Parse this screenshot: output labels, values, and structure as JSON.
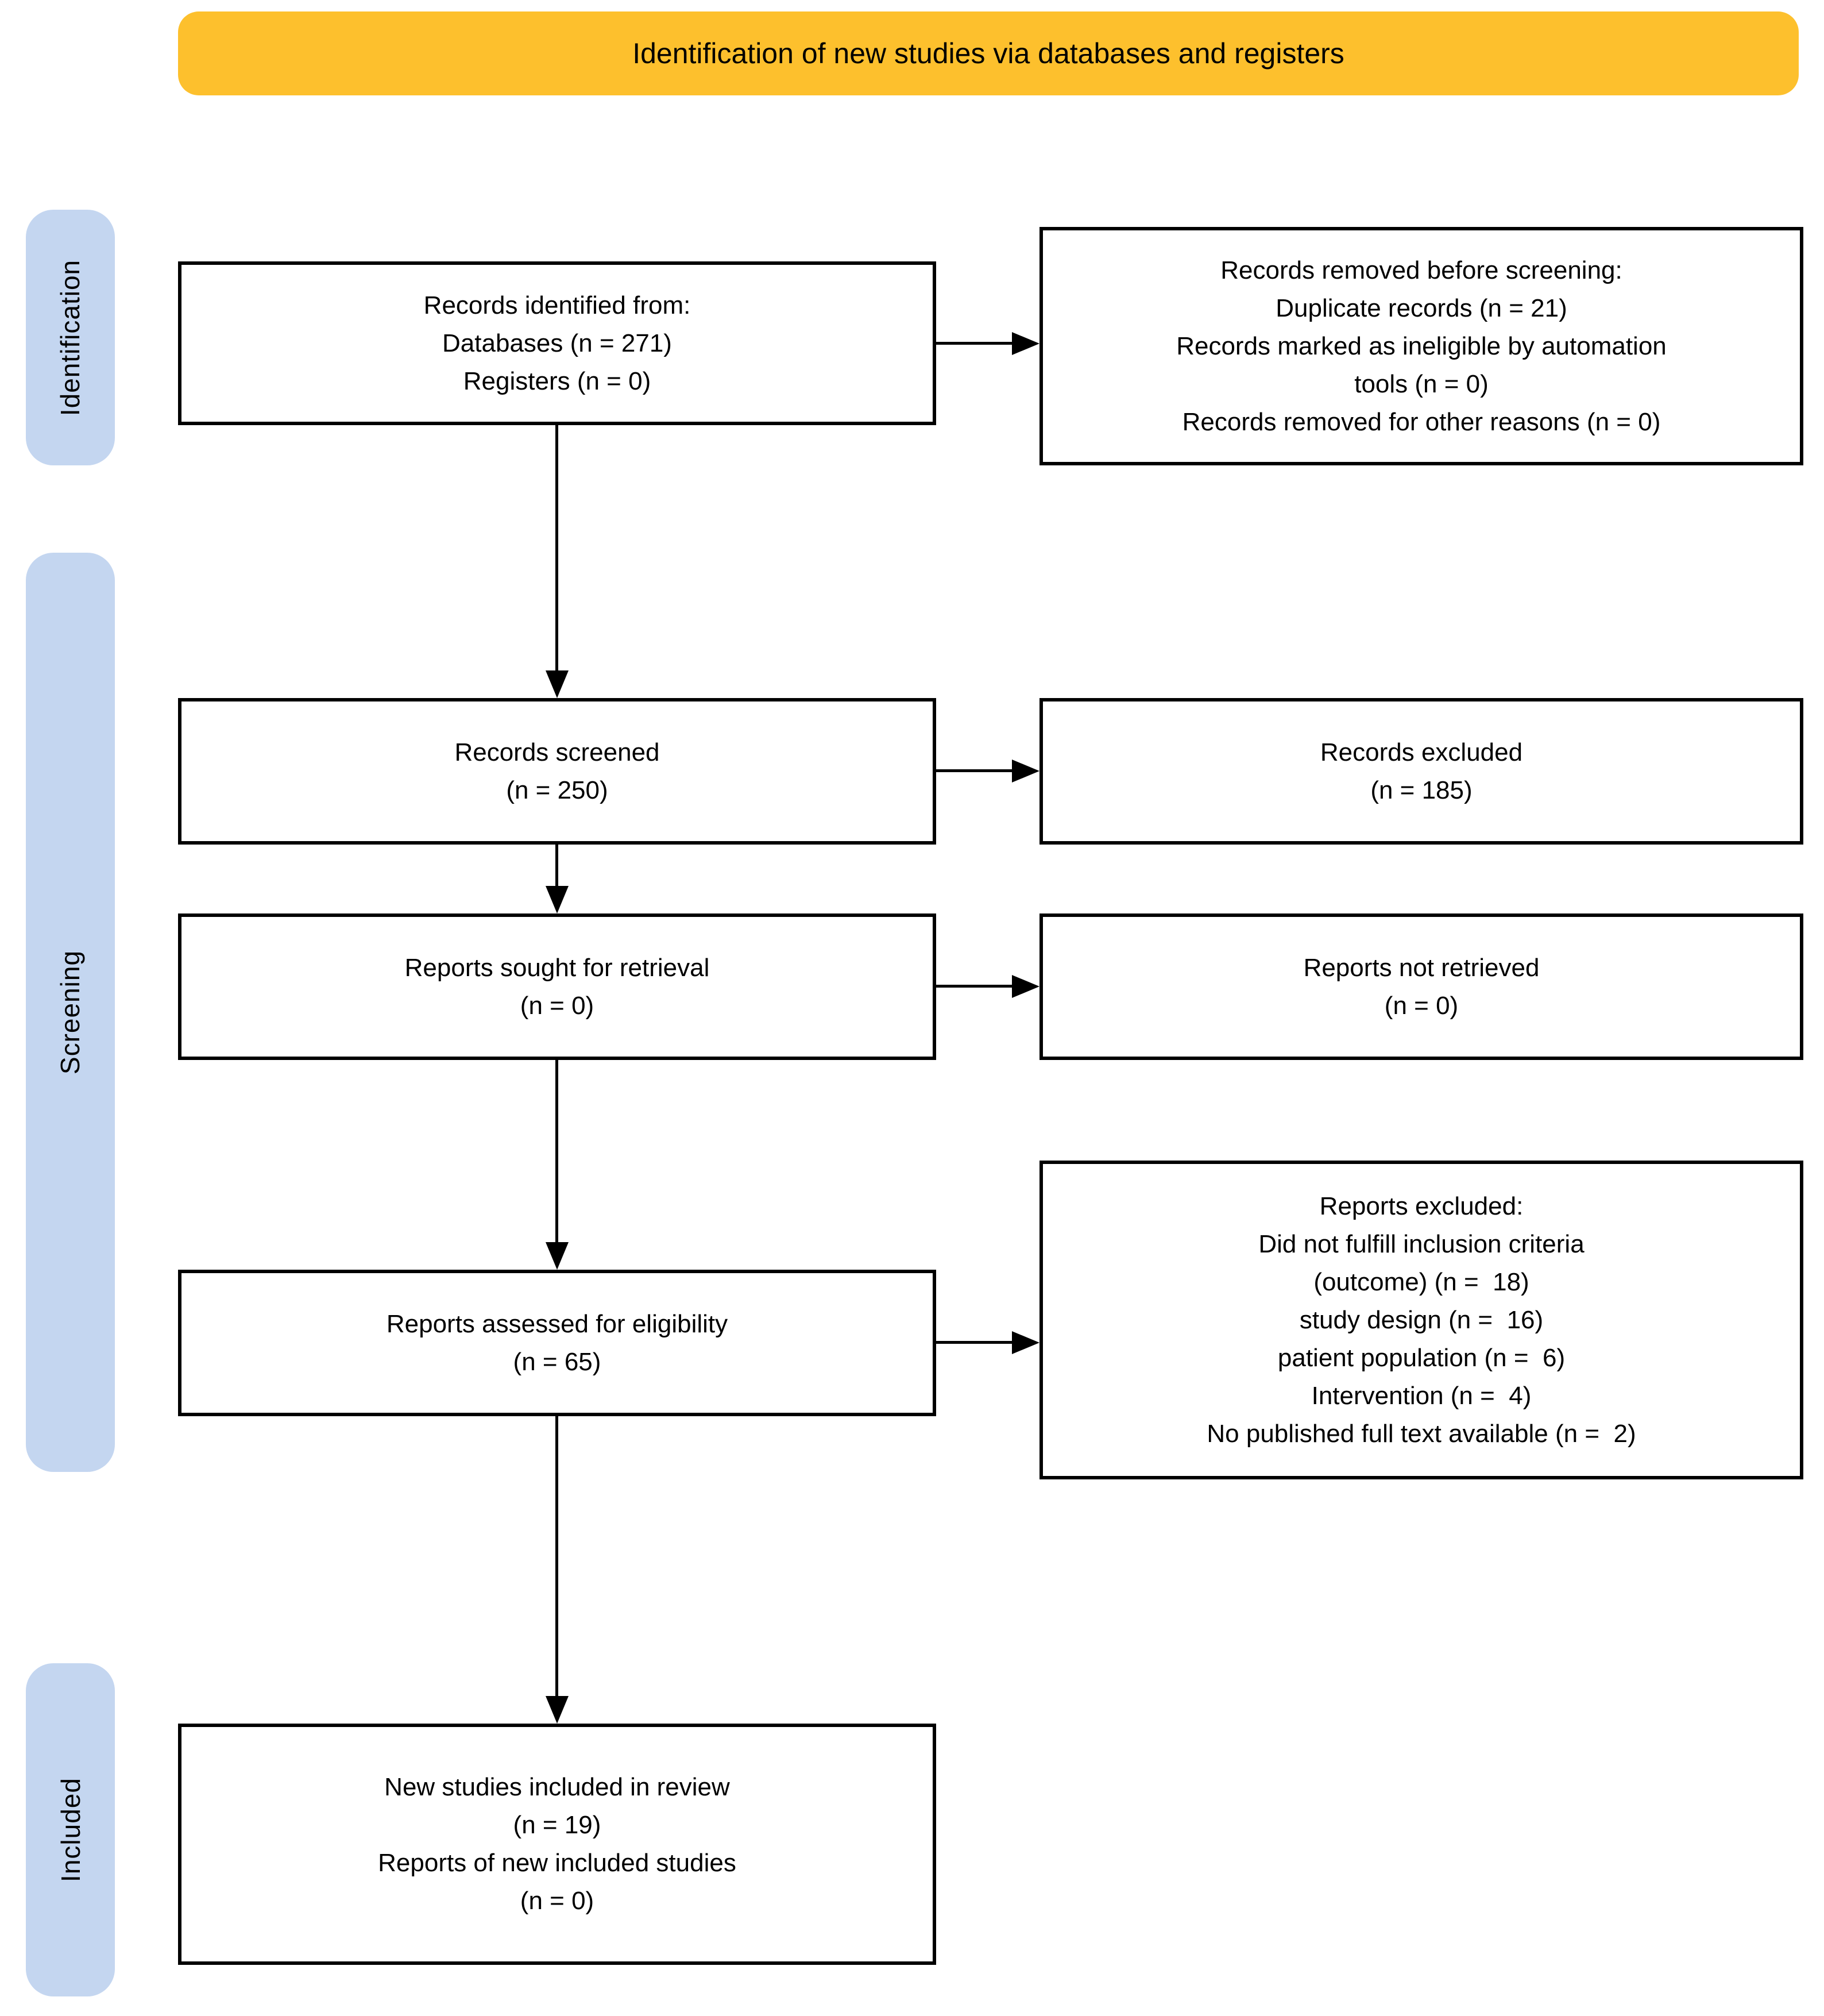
{
  "banner": {
    "label": "Identification of new studies via databases and registers"
  },
  "stages": [
    {
      "label": "Identification"
    },
    {
      "label": "Screening"
    },
    {
      "label": "Included"
    }
  ],
  "boxes": {
    "identified": "Records identified from:\nDatabases (n = 271)\nRegisters (n = 0)",
    "removed_before_screening": "Records removed before screening:\nDuplicate records (n = 21)\nRecords marked as ineligible by automation\ntools (n = 0)\nRecords removed for other reasons (n = 0)",
    "screened": "Records screened\n(n = 250)",
    "excluded": "Records excluded\n(n = 185)",
    "sought_for_retrieval": "Reports sought for retrieval\n(n = 0)",
    "not_retrieved": "Reports not retrieved\n(n = 0)",
    "assessed_for_eligibility": "Reports assessed for eligibility\n(n = 65)",
    "reports_excluded": "Reports excluded:\nDid not fulfill inclusion criteria\n(outcome) (n =  18)\nstudy design (n =  16)\npatient population (n =  6)\nIntervention (n =  4)\nNo published full text available (n =  2)",
    "new_studies_included": "New studies included in review\n(n = 19)\nReports of new included studies\n(n = 0)"
  },
  "colors": {
    "banner_bg": "#FDC02D",
    "stage_bg": "#C4D6F0",
    "line": "#000000",
    "box_bg": "#FFFFFF"
  }
}
